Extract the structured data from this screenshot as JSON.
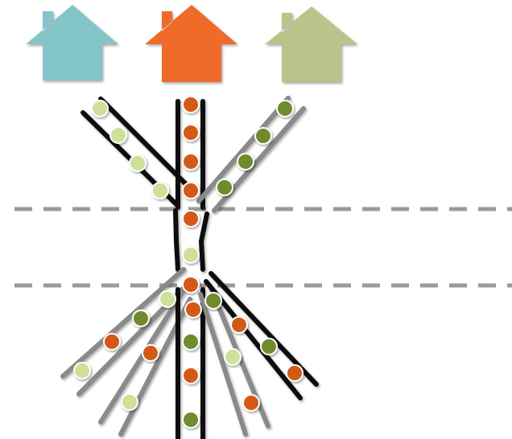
{
  "houses": [
    {
      "id": "house-teal",
      "color": "#84c5c8"
    },
    {
      "id": "house-orange",
      "color": "#f06b2b"
    },
    {
      "id": "house-olive",
      "color": "#b8c48a"
    }
  ],
  "colors": {
    "dot_light": "#cfe09a",
    "dot_orange": "#d35a12",
    "dot_dark": "#6f8a2e",
    "dot_outline": "#ffffff",
    "tube_black": "#111111",
    "tube_gray": "#8a8a8a",
    "divider": "#9a9a9a"
  },
  "dividers": [
    {
      "id": "divider-upper",
      "style": "dashed"
    },
    {
      "id": "divider-lower",
      "style": "dashed"
    }
  ]
}
